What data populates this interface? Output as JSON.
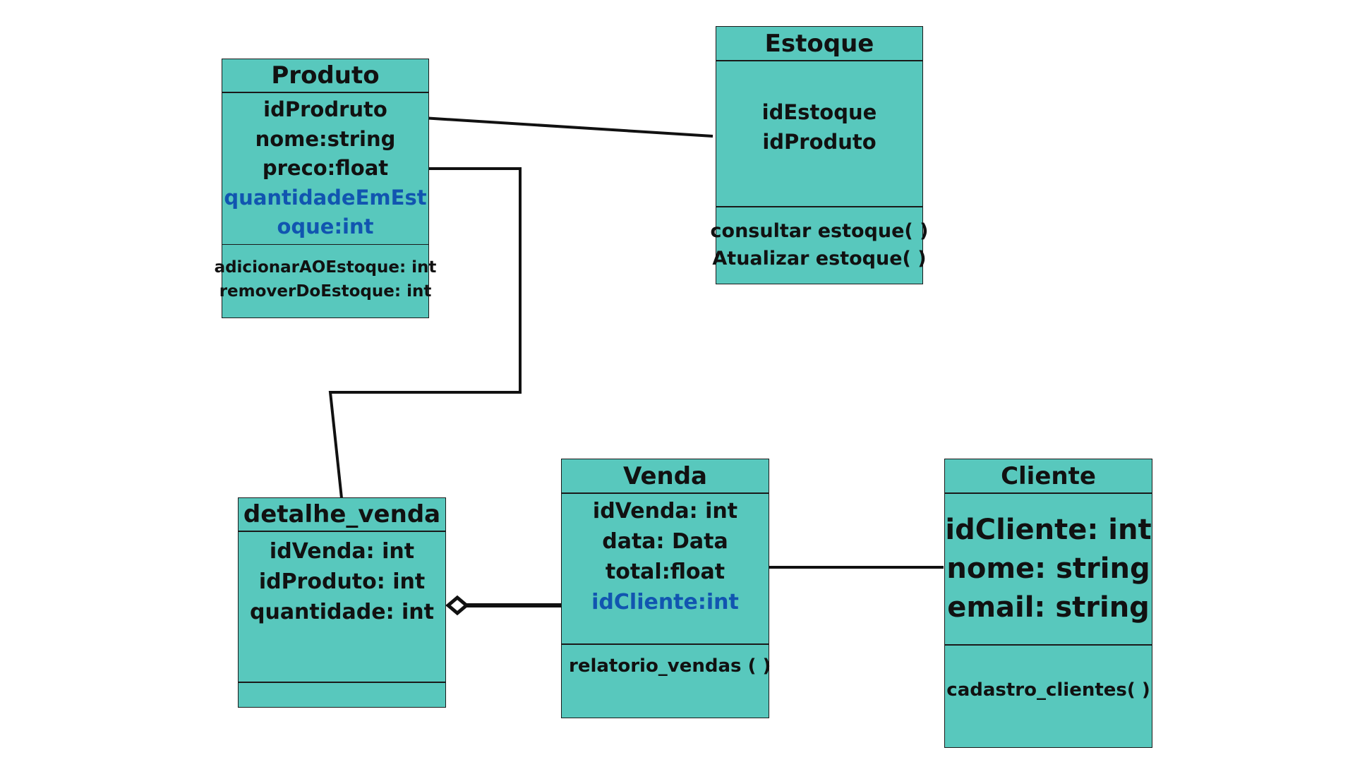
{
  "colors": {
    "box_fill": "#58c8bd",
    "border": "#1a1a1a",
    "text": "#111111",
    "highlight_text": "#1155b0",
    "line": "#111111"
  },
  "classes": {
    "produto": {
      "name": "Produto",
      "attributes": [
        "idProdruto",
        "nome:string",
        "preco:float",
        "quantidadeEmEst",
        "oque:int"
      ],
      "methods": [
        "adicionarAOEstoque: int",
        "removerDoEstoque: int"
      ]
    },
    "estoque": {
      "name": "Estoque",
      "attributes": [
        "idEstoque",
        "idProduto"
      ],
      "methods": [
        "consultar estoque( )",
        "Atualizar estoque( )"
      ]
    },
    "detalhe_venda": {
      "name": "detalhe_venda",
      "attributes": [
        "idVenda: int",
        "idProduto: int",
        "quantidade: int"
      ],
      "methods": []
    },
    "venda": {
      "name": "Venda",
      "attributes": [
        "idVenda: int",
        "data: Data",
        "total:float",
        "idCliente:int"
      ],
      "methods": [
        "relatorio_vendas ( )"
      ]
    },
    "cliente": {
      "name": "Cliente",
      "attributes": [
        "idCliente: int",
        "nome: string",
        "email: string"
      ],
      "methods": [
        "cadastro_clientes( )"
      ]
    }
  },
  "relationships": [
    {
      "from": "produto",
      "to": "estoque",
      "type": "association"
    },
    {
      "from": "produto",
      "to": "detalhe_venda",
      "type": "association"
    },
    {
      "from": "venda",
      "to": "detalhe_venda",
      "type": "aggregation"
    },
    {
      "from": "venda",
      "to": "cliente",
      "type": "association"
    }
  ]
}
